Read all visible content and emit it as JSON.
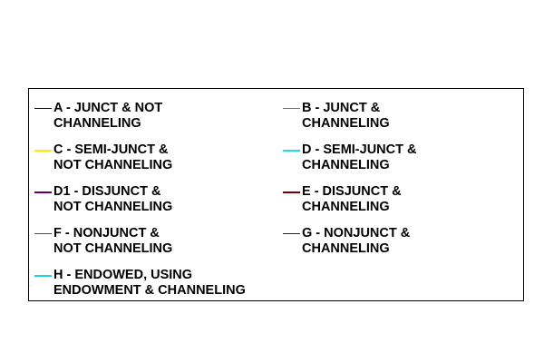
{
  "legend": {
    "items": [
      {
        "line1": "A - JUNCT & NOT",
        "line2": "CHANNELING",
        "color": "#000080",
        "weight": 1
      },
      {
        "line1": "B - JUNCT &",
        "line2": "CHANNELING",
        "color": "#cc33cc",
        "weight": 1
      },
      {
        "line1": "C - SEMI-JUNCT &",
        "line2": "NOT CHANNELING",
        "color": "#ffee00",
        "weight": 2
      },
      {
        "line1": "D - SEMI-JUNCT &",
        "line2": "CHANNELING",
        "color": "#22dddd",
        "weight": 2
      },
      {
        "line1": "D1 - DISJUNCT &",
        "line2": "NOT CHANNELING",
        "color": "#660066",
        "weight": 2
      },
      {
        "line1": "E - DISJUNCT &",
        "line2": "CHANNELING",
        "color": "#770000",
        "weight": 2
      },
      {
        "line1": "F - NONJUNCT &",
        "line2": "NOT CHANNELING",
        "color": "#2255aa",
        "weight": 1
      },
      {
        "line1": "G - NONJUNCT &",
        "line2": "CHANNELING",
        "color": "#003333",
        "weight": 1
      },
      {
        "line1": "H - ENDOWED, USING",
        "line2": "ENDOWMENT & CHANNELING",
        "color": "#22ccee",
        "weight": 2
      }
    ]
  }
}
